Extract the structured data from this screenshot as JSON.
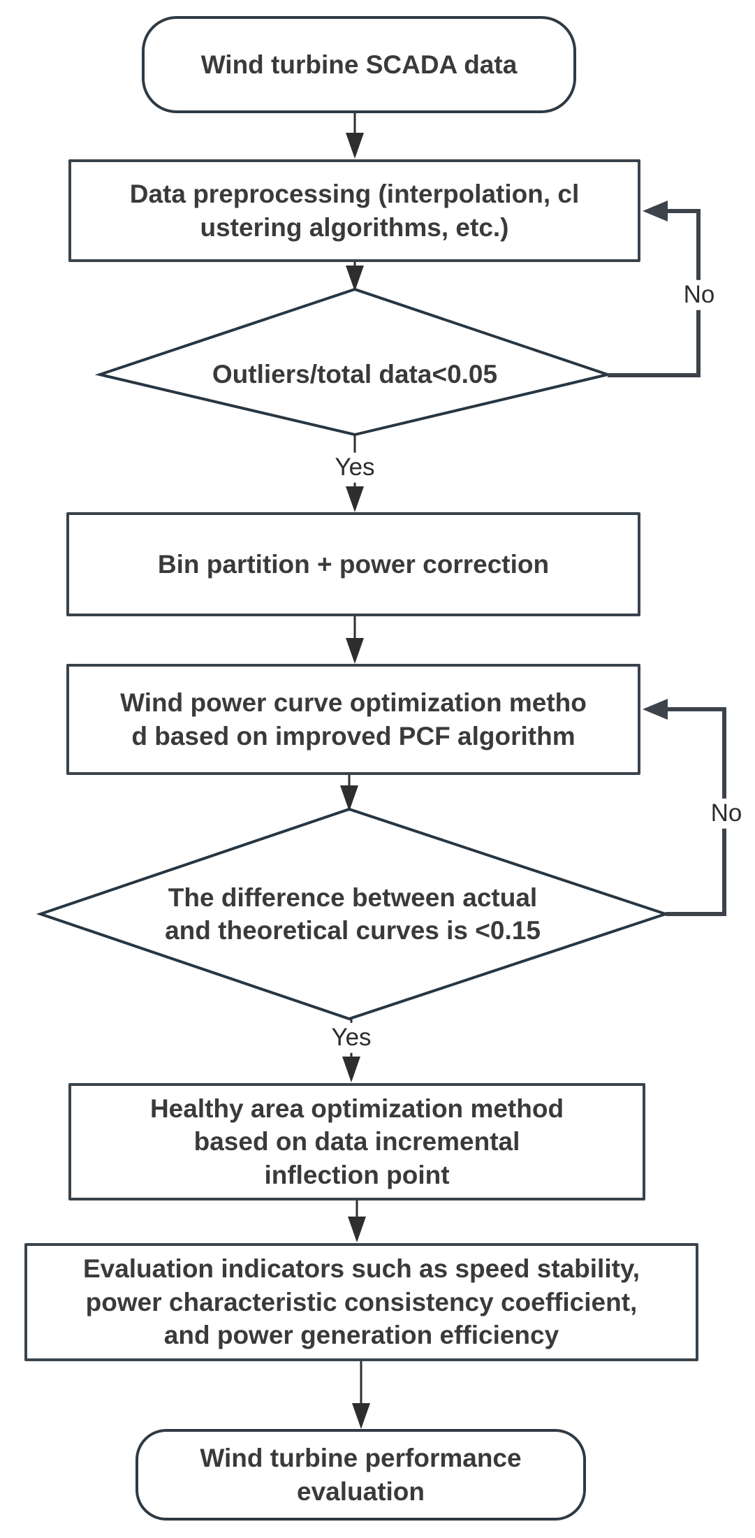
{
  "colors": {
    "background": "#ffffff",
    "flow_line": "#2e2e2e",
    "loop_line": "#3c434a",
    "process_border": "#39434c",
    "terminator_border": "#2e3a44",
    "diamond_border": "#273642",
    "text": "#3a3a3a"
  },
  "flowchart": {
    "nodes": {
      "scada": {
        "type": "terminator",
        "label": "Wind turbine SCADA data"
      },
      "preprocessing": {
        "type": "process",
        "label": "Data preprocessing (interpolation, cl\nustering algorithms, etc.)"
      },
      "outliers_check": {
        "type": "decision",
        "label": "Outliers/total data<0.05"
      },
      "bin_partition": {
        "type": "process",
        "label": "Bin partition + power correction"
      },
      "curve_optimization": {
        "type": "process",
        "label": "Wind power curve optimization metho\nd based on improved PCF algorithm"
      },
      "difference_check": {
        "type": "decision",
        "label": "The difference between actual\nand theoretical curves is <0.15"
      },
      "healthy_area": {
        "type": "process",
        "label": "Healthy area optimization method\nbased on data incremental\ninflection point"
      },
      "evaluation_indicators": {
        "type": "process",
        "label": "Evaluation indicators such as speed stability,\npower characteristic consistency coefficient,\nand power generation efficiency"
      },
      "performance_evaluation": {
        "type": "terminator",
        "label": "Wind turbine performance\nevaluation"
      }
    },
    "edge_labels": {
      "outliers_yes": "Yes",
      "outliers_no": "No",
      "difference_yes": "Yes",
      "difference_no": "No"
    }
  }
}
